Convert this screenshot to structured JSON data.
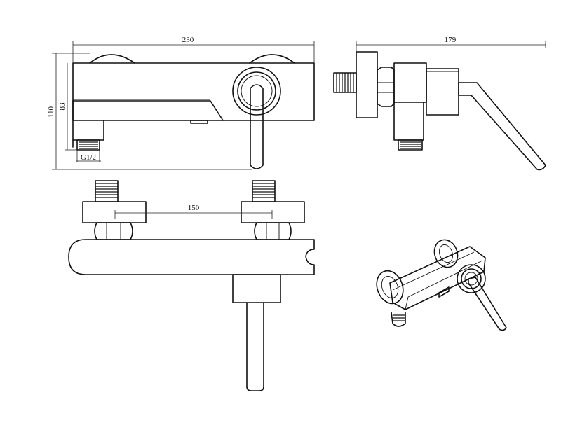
{
  "diagram": {
    "dimensions": {
      "overall_width": "230",
      "overall_height": "110",
      "body_height": "83",
      "thread_size": "G1/2",
      "side_depth": "179",
      "inlet_spacing": "150"
    }
  }
}
